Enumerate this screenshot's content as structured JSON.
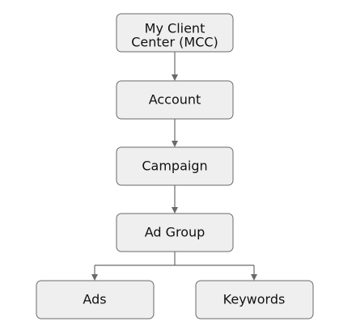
{
  "diagram": {
    "nodes": {
      "mcc": {
        "lines": [
          "My Client",
          "Center (MCC)"
        ]
      },
      "account": {
        "lines": [
          "Account"
        ]
      },
      "campaign": {
        "lines": [
          "Campaign"
        ]
      },
      "adgroup": {
        "lines": [
          "Ad Group"
        ]
      },
      "ads": {
        "lines": [
          "Ads"
        ]
      },
      "keywords": {
        "lines": [
          "Keywords"
        ]
      }
    },
    "edges": [
      {
        "from": "mcc",
        "to": "account"
      },
      {
        "from": "account",
        "to": "campaign"
      },
      {
        "from": "campaign",
        "to": "adgroup"
      },
      {
        "from": "adgroup",
        "to": "ads"
      },
      {
        "from": "adgroup",
        "to": "keywords"
      }
    ],
    "colors": {
      "box_fill": "#efefef",
      "box_stroke": "#6a6a6a",
      "text": "#111111",
      "connector": "#6a6a6a"
    }
  }
}
